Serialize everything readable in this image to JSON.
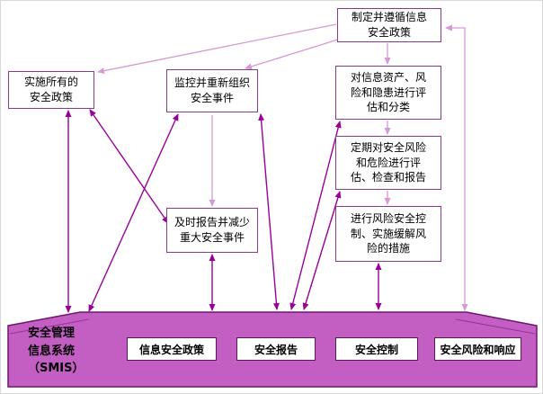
{
  "colors": {
    "arrow_dark": "#990099",
    "arrow_light": "#d49ad4",
    "node_border": "#8b3a8b",
    "banner_fill": "#c35fc3",
    "banner_border": "#6f166f"
  },
  "nodes": {
    "policy": "制定并遵循信息\n安全政策",
    "implement": "实施所有的\n安全政策",
    "monitor": "监控并重新组织\n安全事件",
    "assess": "对信息资产、风\n险和隐患进行评\n估和分类",
    "periodic": "定期对安全风险\n和危险进行评\n估、检查和报告",
    "report": "及时报告并减少\n重大安全事件",
    "control": "进行风险安全控\n制、实施缓解风\n险的措施"
  },
  "smis": {
    "label": "安全管理\n信息系统\n（SMIS）",
    "modules": [
      "信息安全政策",
      "安全报告",
      "安全控制",
      "安全风险和响应"
    ]
  }
}
